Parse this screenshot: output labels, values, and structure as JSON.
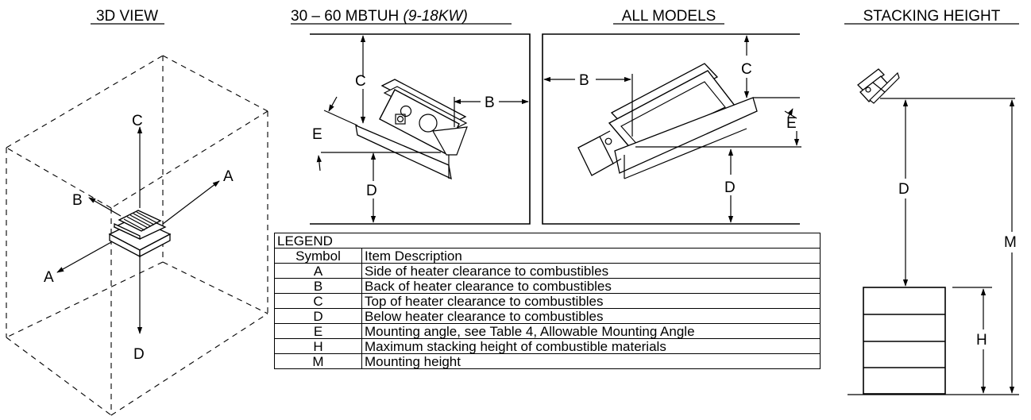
{
  "headings": {
    "view_3d": "3D VIEW",
    "mbtuh_main": "30 – 60 MBTUH ",
    "mbtuh_kw": "(9-18KW)",
    "all_models": "ALL MODELS",
    "stacking_height": "STACKING HEIGHT"
  },
  "view_3d_labels": {
    "a_right": "A",
    "a_left": "A",
    "b": "B",
    "c": "C",
    "d": "D"
  },
  "mbtuh_labels": {
    "b": "B",
    "c": "C",
    "d": "D",
    "e": "E"
  },
  "all_models_labels": {
    "b": "B",
    "c": "C",
    "d": "D",
    "e": "E"
  },
  "stacking_labels": {
    "d": "D",
    "m": "M",
    "h": "H"
  },
  "legend": {
    "title": "LEGEND",
    "header": {
      "symbol": "Symbol",
      "description": "Item Description"
    },
    "rows": [
      {
        "symbol": "A",
        "description": "Side of heater clearance to combustibles"
      },
      {
        "symbol": "B",
        "description": "Back of heater clearance to combustibles"
      },
      {
        "symbol": "C",
        "description": "Top of heater clearance to combustibles"
      },
      {
        "symbol": "D",
        "description": "Below heater clearance to combustibles"
      },
      {
        "symbol": "E",
        "description": "Mounting angle, see Table 4, Allowable Mounting Angle"
      },
      {
        "symbol": "H",
        "description": "Maximum stacking height of combustible materials"
      },
      {
        "symbol": "M",
        "description": "Mounting height"
      }
    ]
  }
}
